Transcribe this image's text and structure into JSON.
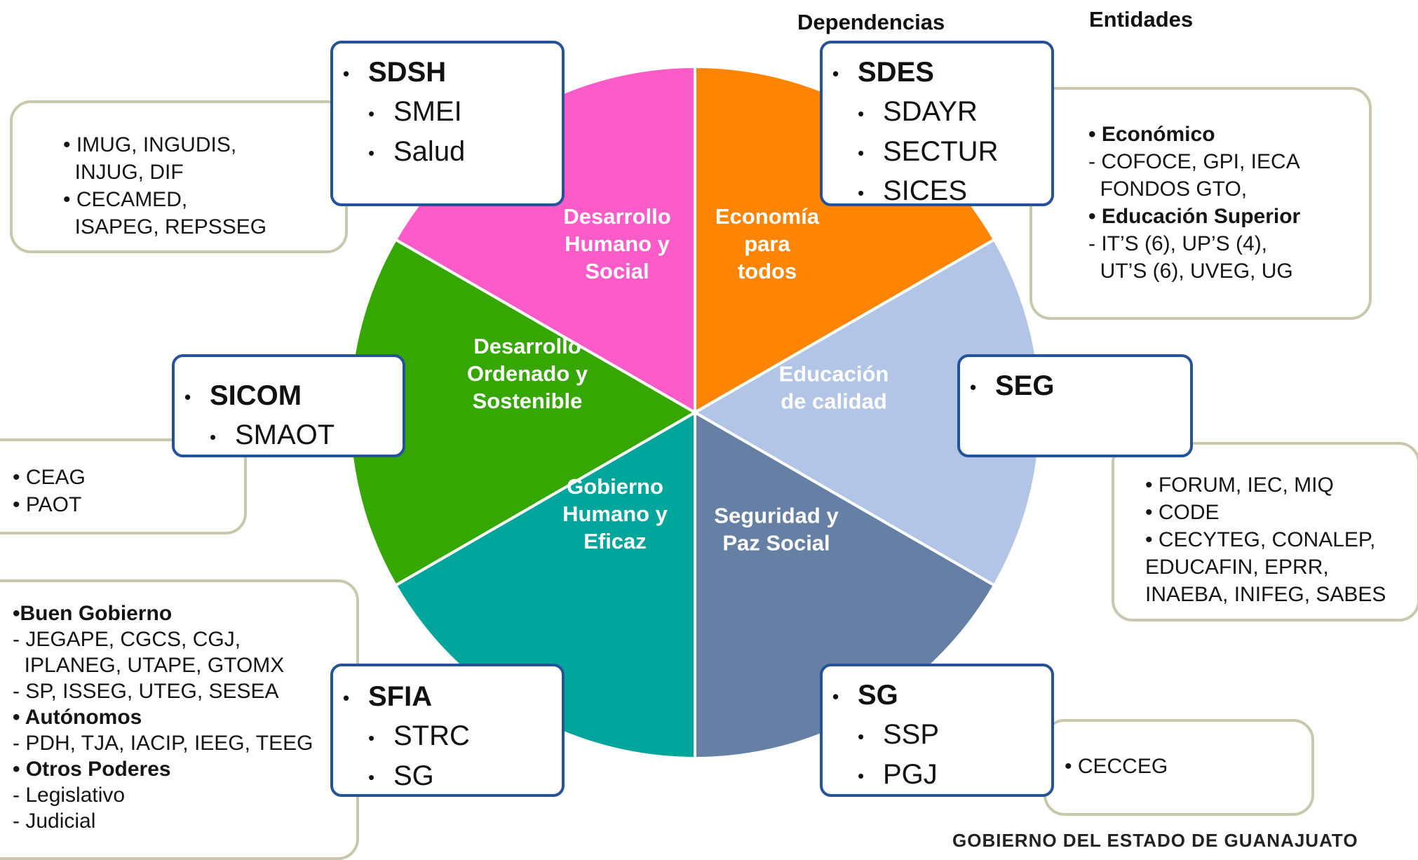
{
  "headers": {
    "dependencias": "Dependencias",
    "entidades": "Entidades"
  },
  "footer": "GOBIERNO DEL ESTADO DE GUANAJUATO",
  "colors": {
    "desarrollo_humano": "#fe5bca",
    "economia": "#fe8503",
    "educacion": "#b3c5e6",
    "seguridad": "#6680a5",
    "gobierno": "#00a59c",
    "desarrollo_ordenado": "#35a602",
    "dependencia_border": "#24529b",
    "entidad_border": "#c9c8ac"
  },
  "slices": [
    {
      "key": "economia",
      "lines": [
        "Economía",
        "para",
        "todos"
      ]
    },
    {
      "key": "educacion",
      "lines": [
        "Educación",
        "de calidad"
      ]
    },
    {
      "key": "seguridad",
      "lines": [
        "Seguridad y",
        "Paz Social"
      ]
    },
    {
      "key": "gobierno",
      "lines": [
        "Gobierno",
        "Humano y",
        "Eficaz"
      ]
    },
    {
      "key": "desarrollo_ordenado",
      "lines": [
        "Desarrollo",
        "Ordenado y",
        "Sostenible"
      ]
    },
    {
      "key": "desarrollo_humano",
      "lines": [
        "Desarrollo",
        "Humano y",
        "Social"
      ]
    }
  ],
  "dependencias": {
    "sdsh": {
      "head": "SDSH",
      "items": [
        "SMEI",
        "Salud"
      ]
    },
    "sdes": {
      "head": "SDES",
      "items": [
        "SDAYR",
        "SECTUR",
        "SICES"
      ]
    },
    "sicom": {
      "head": "SICOM",
      "items": [
        "SMAOT"
      ]
    },
    "seg": {
      "head": "SEG",
      "items": []
    },
    "sfia": {
      "head": "SFIA",
      "items": [
        "STRC",
        "SG"
      ]
    },
    "sg": {
      "head": "SG",
      "items": [
        "SSP",
        "PGJ"
      ]
    }
  },
  "entidades": {
    "humano": [
      "• IMUG, INGUDIS,",
      "  INJUG, DIF",
      "• CECAMED,",
      "  ISAPEG, REPSSEG"
    ],
    "economia": [
      {
        "text": "• Económico",
        "bold": true
      },
      {
        "text": "- COFOCE, GPI, IECA",
        "bold": false
      },
      {
        "text": "  FONDOS GTO,",
        "bold": false
      },
      {
        "text": "• Educación Superior",
        "bold": true
      },
      {
        "text": "- IT’S (6), UP’S (4),",
        "bold": false
      },
      {
        "text": "  UT’S (6), UVEG, UG",
        "bold": false
      }
    ],
    "ordenado": [
      "• CEAG",
      "• PAOT"
    ],
    "educacion": [
      "• FORUM, IEC, MIQ",
      "• CODE",
      "• CECYTEG, CONALEP,",
      "EDUCAFIN, EPRR,",
      "INAEBA, INIFEG, SABES"
    ],
    "gobierno": [
      {
        "text": "•Buen Gobierno",
        "bold": true
      },
      {
        "text": "- JEGAPE, CGCS, CGJ,",
        "bold": false
      },
      {
        "text": "  IPLANEG, UTAPE, GTOMX",
        "bold": false
      },
      {
        "text": "- SP, ISSEG, UTEG, SESEA",
        "bold": false
      },
      {
        "text": "• Autónomos",
        "bold": true
      },
      {
        "text": "- PDH, TJA, IACIP, IEEG, TEEG",
        "bold": false
      },
      {
        "text": "• Otros Poderes",
        "bold": true
      },
      {
        "text": "- Legislativo",
        "bold": false
      },
      {
        "text": "- Judicial",
        "bold": false
      }
    ],
    "seguridad": [
      "• CECCEG"
    ]
  }
}
